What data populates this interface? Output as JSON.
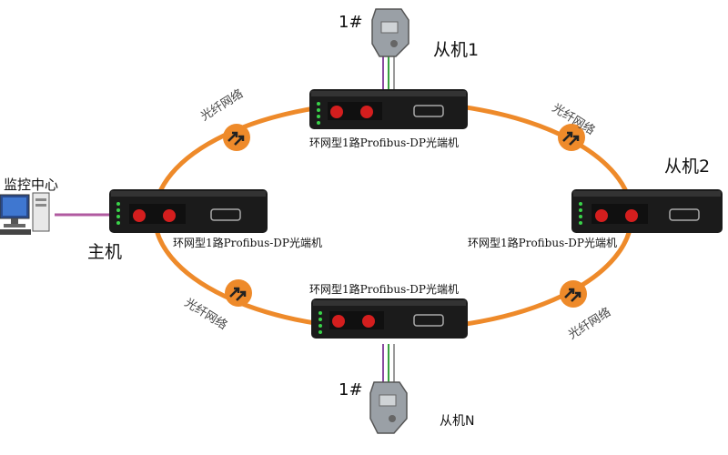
{
  "labels": {
    "control_center": "监控中心",
    "master": "主机",
    "slave1": "从机1",
    "slave2": "从机2",
    "slaveN": "从机N",
    "connector_top": "1#",
    "connector_bottom": "1#",
    "device_top": "环网型1路Profibus-DP光端机",
    "device_left": "环网型1路Profibus-DP光端机",
    "device_right": "环网型1路Profibus-DP光端机",
    "device_bottom": "环网型1路Profibus-DP光端机",
    "fiber_tl": "光纤网络",
    "fiber_tr": "光纤网络",
    "fiber_bl": "光纤网络",
    "fiber_br": "光纤网络"
  },
  "colors": {
    "ring": "#ee8a2a",
    "arrow_badge": "#ee8a2a",
    "device_body": "#1b1b1b",
    "fiber_port": "#d41e1e",
    "pc_link": "#b05aa0"
  }
}
